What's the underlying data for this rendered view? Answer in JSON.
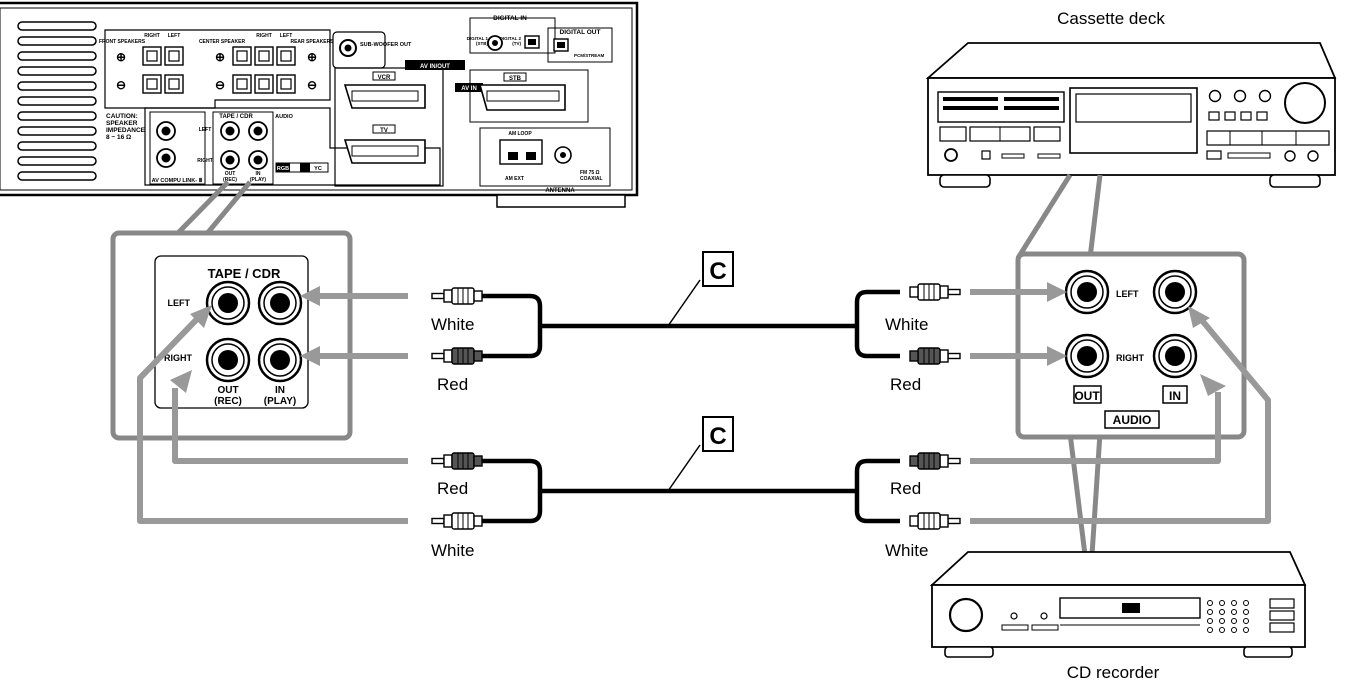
{
  "devices": {
    "cassette_deck": "Cassette deck",
    "cd_recorder": "CD recorder"
  },
  "cable_marker": "C",
  "plug_colors": {
    "white": "White",
    "red": "Red"
  },
  "main_panel": {
    "front_speakers": "FRONT SPEAKERS",
    "right": "RIGHT",
    "left": "LEFT",
    "center_speaker": "CENTER SPEAKER",
    "rear_speakers": "REAR SPEAKERS",
    "subwoofer_out": "SUB-WOOFER OUT",
    "caution": [
      "CAUTION:",
      "SPEAKER",
      "IMPEDANCE",
      "8 ~ 16 Ω"
    ],
    "tape_cdr": "TAPE / CDR",
    "audio": "AUDIO",
    "out_rec": [
      "OUT",
      "(REC)"
    ],
    "in_play": [
      "IN",
      "(PLAY)"
    ],
    "av_compu_link": "AV COMPU LINK- Ⅲ",
    "av_in_out": "AV  IN/OUT",
    "vcr": "VCR",
    "tv": "TV",
    "rgb": "RGB",
    "yc": "YC",
    "digital_in": "DIGITAL IN",
    "digital_1": [
      "DIGITAL 1",
      "(STB)"
    ],
    "digital_2": [
      "DIGITAL 2",
      "(TV)"
    ],
    "digital_out": "DIGITAL OUT",
    "pcm_stream": "PCM/STREAM",
    "av_in": "AV  IN",
    "stb": "STB",
    "am_loop": "AM LOOP",
    "am_ext": "AM EXT",
    "fm75": [
      "FM 75 Ω",
      "COAXIAL"
    ],
    "antenna": "ANTENNA"
  },
  "tape_zoom": {
    "title": "TAPE / CDR",
    "left": "LEFT",
    "right": "RIGHT",
    "out_rec": [
      "OUT",
      "(REC)"
    ],
    "in_play": [
      "IN",
      "(PLAY)"
    ]
  },
  "deck_zoom": {
    "left": "LEFT",
    "right": "RIGHT",
    "out": "OUT",
    "in": "IN",
    "audio": "AUDIO"
  }
}
